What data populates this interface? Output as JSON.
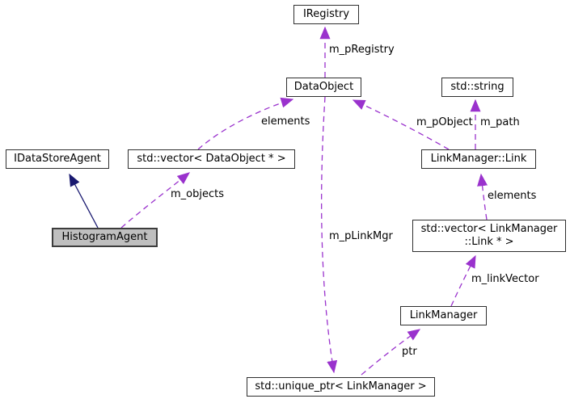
{
  "diagram": {
    "type": "collaboration-graph",
    "colors": {
      "member_edge": "#9a32cd",
      "inheritance_edge": "#191970",
      "node_border": "#2f2f2f",
      "node_background": "#ffffff",
      "highlight_background": "#bfbfbf",
      "text": "#000000"
    },
    "nodes": [
      {
        "id": "iregistry",
        "label": "IRegistry"
      },
      {
        "id": "dataobject",
        "label": "DataObject"
      },
      {
        "id": "stdstring",
        "label": "std::string"
      },
      {
        "id": "idatastoreagent",
        "label": "IDataStoreAgent"
      },
      {
        "id": "vec-dataobject",
        "label": "std::vector< DataObject * >"
      },
      {
        "id": "linkmgr-link",
        "label": "LinkManager::Link"
      },
      {
        "id": "histogramagent",
        "label": "HistogramAgent",
        "highlighted": true
      },
      {
        "id": "vec-link",
        "label": "std::vector< LinkManager\n::Link * >"
      },
      {
        "id": "linkmanager",
        "label": "LinkManager"
      },
      {
        "id": "uniqueptr",
        "label": "std::unique_ptr< LinkManager >"
      }
    ],
    "edges": [
      {
        "from": "dataobject",
        "to": "iregistry",
        "label": "m_pRegistry",
        "style": "dashed"
      },
      {
        "from": "vec-dataobject",
        "to": "dataobject",
        "label": "elements",
        "style": "dashed"
      },
      {
        "from": "linkmgr-link",
        "to": "dataobject",
        "label": "m_pObject",
        "style": "dashed"
      },
      {
        "from": "linkmgr-link",
        "to": "stdstring",
        "label": "m_path",
        "style": "dashed"
      },
      {
        "from": "histogramagent",
        "to": "vec-dataobject",
        "label": "m_objects",
        "style": "dashed"
      },
      {
        "from": "vec-link",
        "to": "linkmgr-link",
        "label": "elements",
        "style": "dashed"
      },
      {
        "from": "dataobject",
        "to": "uniqueptr",
        "label": "m_pLinkMgr",
        "style": "dashed"
      },
      {
        "from": "linkmanager",
        "to": "vec-link",
        "label": "m_linkVector",
        "style": "dashed"
      },
      {
        "from": "uniqueptr",
        "to": "linkmanager",
        "label": "ptr",
        "style": "dashed"
      },
      {
        "from": "histogramagent",
        "to": "idatastoreagent",
        "label": "",
        "style": "solid-inheritance"
      }
    ],
    "edge_labels": {
      "m_pregistry": "m_pRegistry",
      "elements_do": "elements",
      "m_pobject": "m_pObject",
      "m_path": "m_path",
      "m_objects": "m_objects",
      "elements_lk": "elements",
      "m_plinkmgr": "m_pLinkMgr",
      "m_linkvector": "m_linkVector",
      "ptr": "ptr"
    }
  }
}
